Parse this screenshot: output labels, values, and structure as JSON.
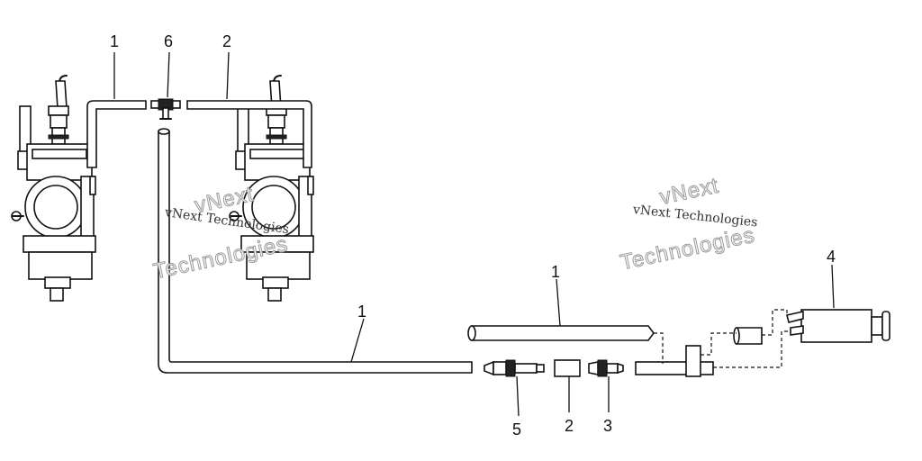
{
  "callouts": {
    "hose_top_left": "1",
    "tee_fitting": "6",
    "hose_top_right": "2",
    "hose_long": "1",
    "hose_short": "1",
    "pump": "4",
    "fitting_5": "5",
    "sleeve_2": "2",
    "fitting_3": "3"
  },
  "watermarks": {
    "left": {
      "line1": "vNext",
      "line2": "Technologies",
      "caption": "vNext Technologies"
    },
    "right": {
      "line1": "vNext",
      "line2": "Technologies",
      "caption": "vNext Technologies"
    }
  },
  "colors": {
    "line": "#111111",
    "background": "#ffffff",
    "watermark_outline": "#9a9a9a"
  }
}
